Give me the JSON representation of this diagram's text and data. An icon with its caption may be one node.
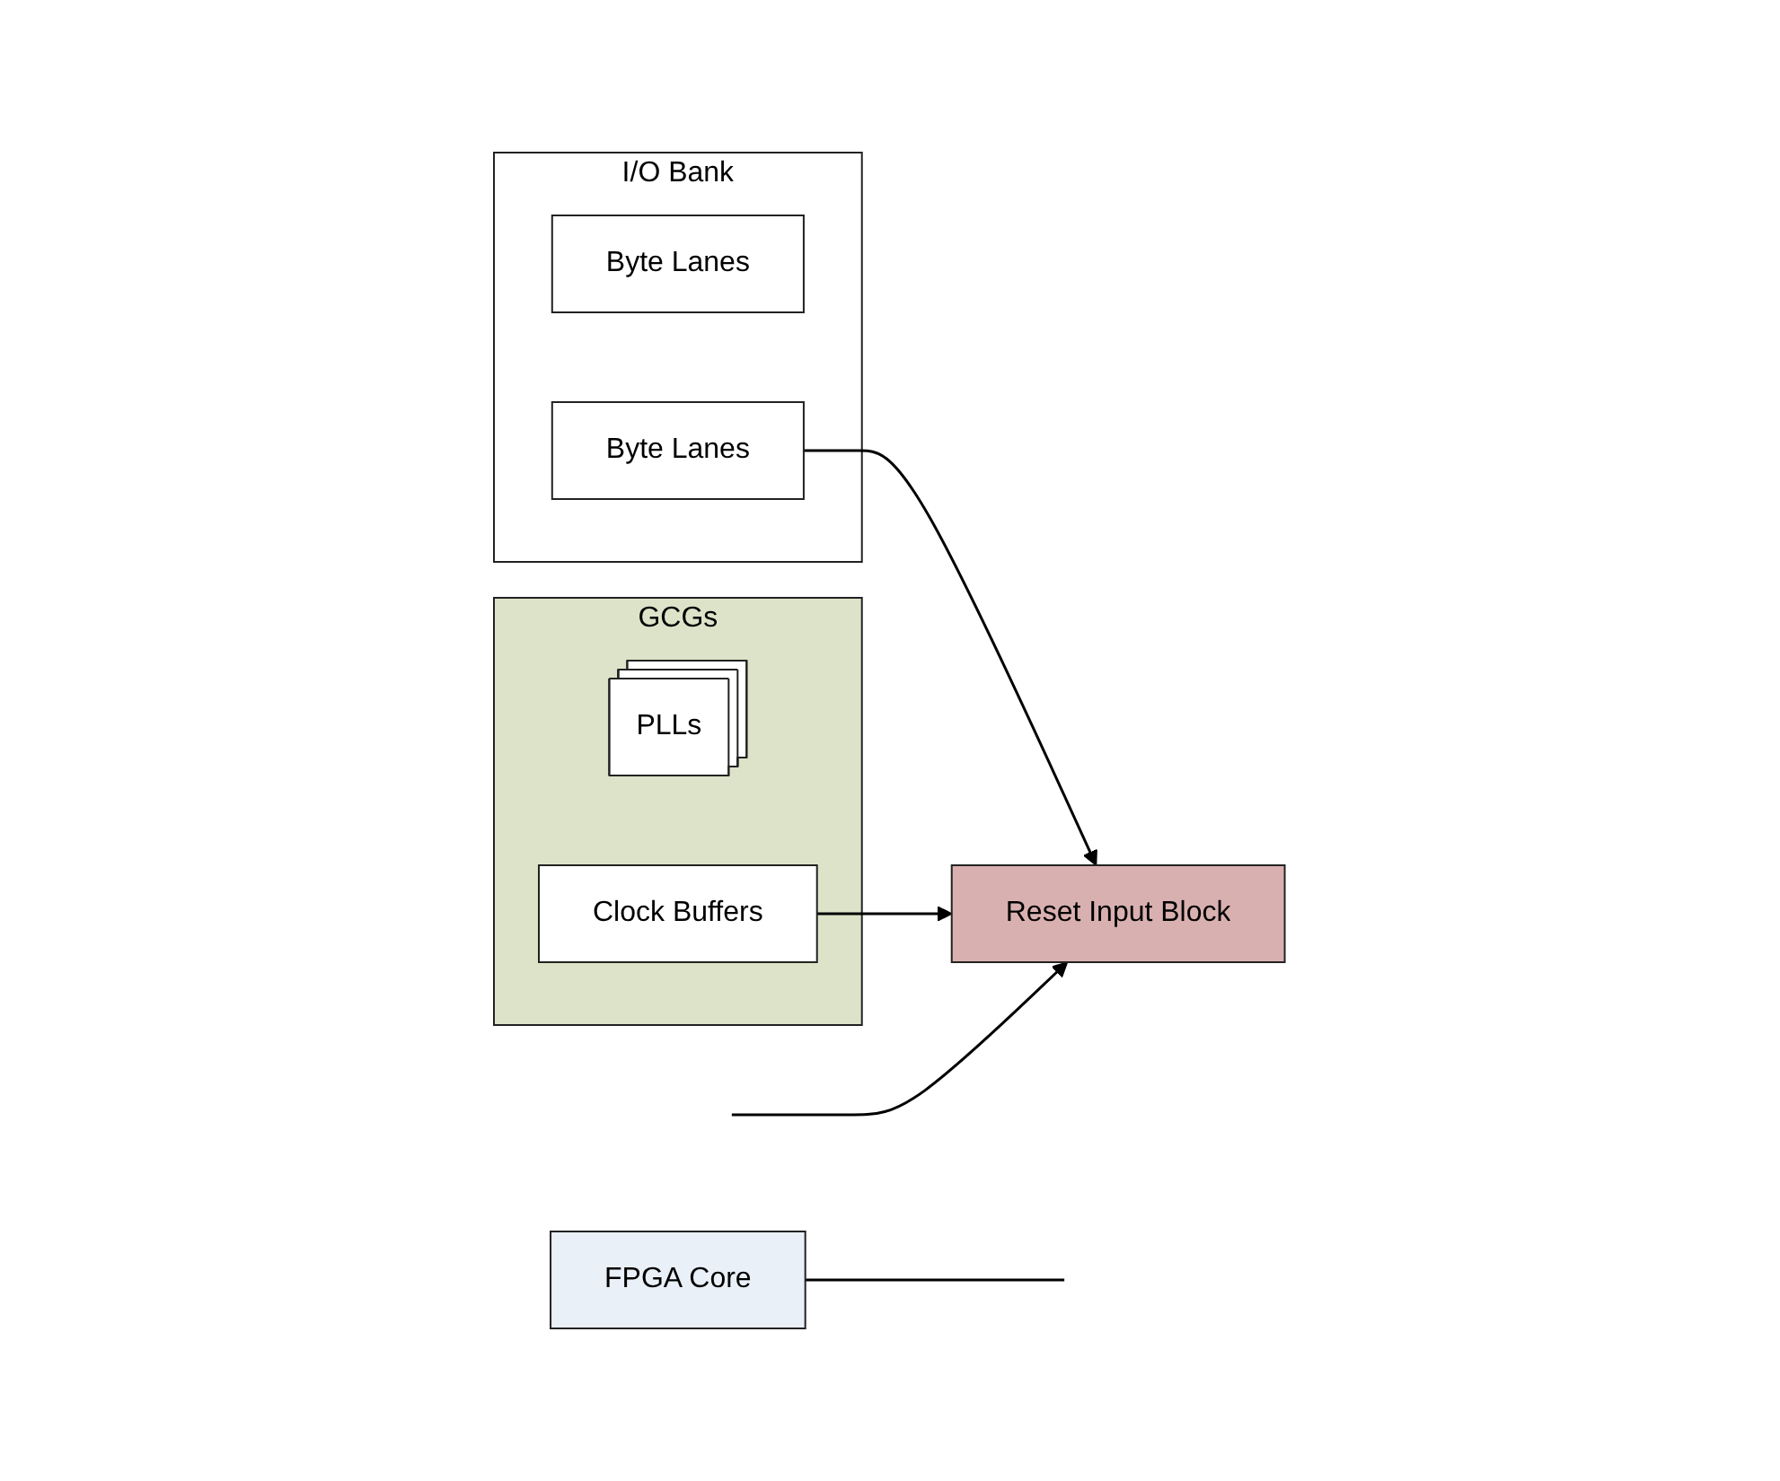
{
  "diagram": {
    "nodes": [
      {
        "text": [
          "I/O Bank"
        ]
      },
      {
        "text": [
          "Byte Lanes"
        ],
        "in": 0
      },
      {
        "text": [
          "Byte Lanes"
        ],
        "in": 0
      },
      {
        "text": [
          "FPGA Core"
        ]
      },
      {
        "text": [
          "Reset Input Block"
        ]
      },
      {
        "text": [
          "GCGs"
        ]
      },
      {
        "text": [
          "PLLs"
        ],
        "in": 5
      },
      {
        "text": [
          "Clock Buffers"
        ],
        "in": 5
      }
    ],
    "edges": [
      {
        "from": 2,
        "to": 4,
        "arrow": "to"
      },
      {
        "from": 7,
        "to": 4,
        "arrow": "to"
      },
      {
        "from": 3,
        "to": null,
        "arrow": "none"
      },
      {
        "from": null,
        "to": 4,
        "arrow": "to"
      }
    ]
  }
}
